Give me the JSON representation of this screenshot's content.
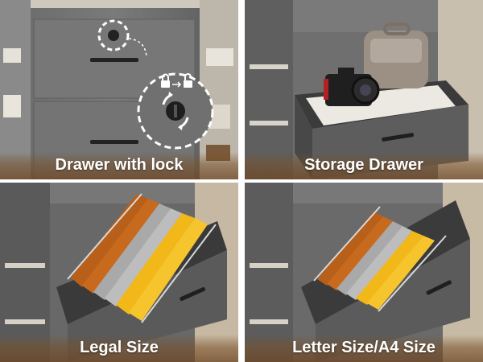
{
  "panels": [
    {
      "caption": "Drawer with lock"
    },
    {
      "caption": "Storage Drawer"
    },
    {
      "caption": "Legal Size"
    },
    {
      "caption": "Letter Size/A4 Size"
    }
  ],
  "icons": {
    "lock_callout": "padlock-icon",
    "unlock_callout": "unlocked-padlock-icon",
    "rotate": "rotate-arrows-icon",
    "camera": "camera-icon",
    "camera_bag": "camera-bag-icon"
  },
  "colors": {
    "wood_gray": "#6b6b6b",
    "drawer_interior": "#3c3c3c",
    "folder_orange": "#c86a1e",
    "folder_gray": "#a9a9a9",
    "folder_yellow": "#f2b81a",
    "caption_text": "#ffffff"
  }
}
